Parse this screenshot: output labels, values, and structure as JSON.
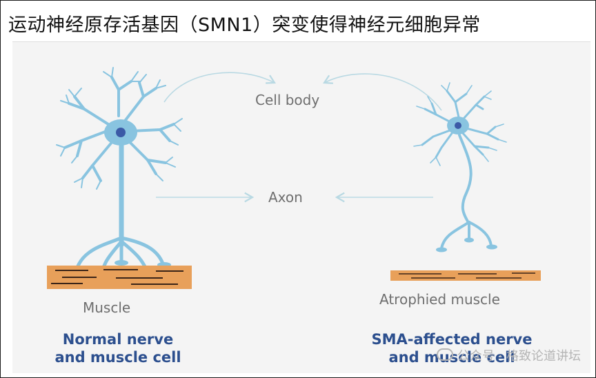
{
  "title": "运动神经原存活基因（SMN1）突变使得神经元细胞异常",
  "labels": {
    "cell_body": "Cell body",
    "axon": "Axon",
    "muscle": "Muscle",
    "atrophied_muscle": "Atrophied muscle"
  },
  "captions": {
    "normal_line1": "Normal nerve",
    "normal_line2": "and muscle cell",
    "sma_line1": "SMA-affected nerve",
    "sma_line2": "and muscle cell"
  },
  "watermark": "公众号 · 格致论道讲坛",
  "colors": {
    "nerve": "#89c4e0",
    "nucleus": "#3b5aa6",
    "muscle": "#e8a05a",
    "muscle_stripe": "#3a2418",
    "caption": "#2c4f8e",
    "arrow": "#b9d9e3"
  }
}
